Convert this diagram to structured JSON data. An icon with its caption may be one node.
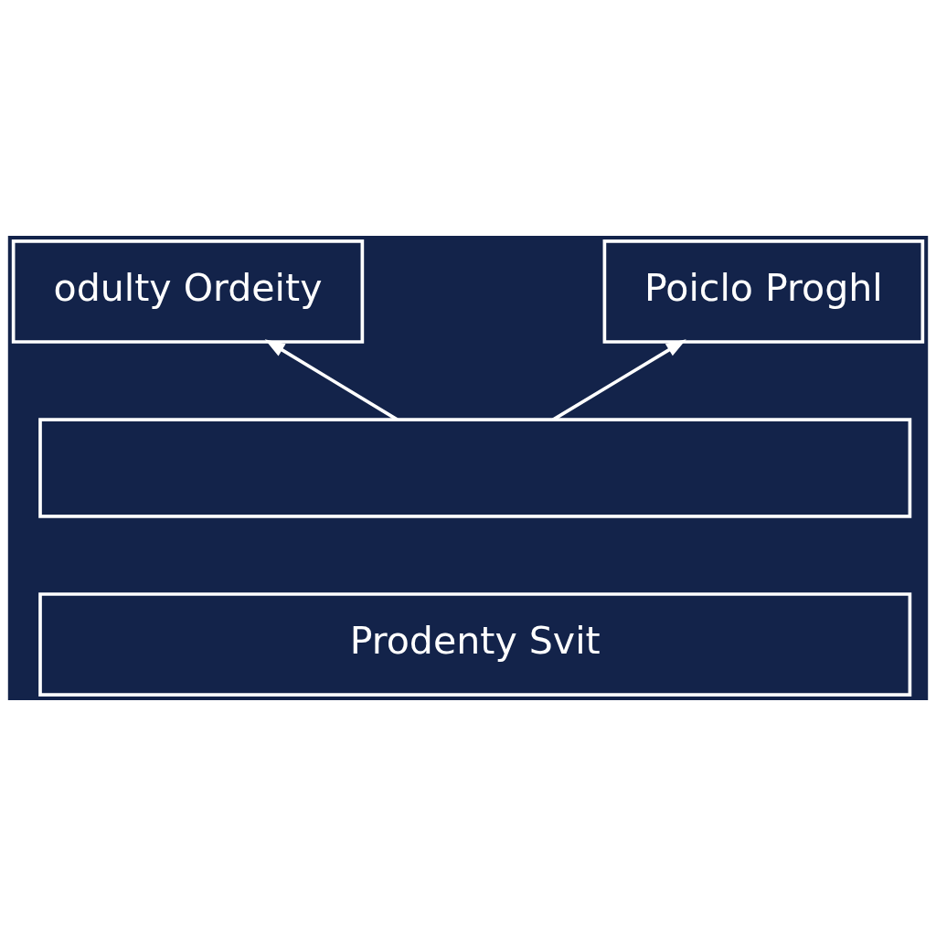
{
  "diagram": {
    "nodes": [
      {
        "text": [
          "odulty Ordeity"
        ]
      },
      {
        "text": [
          "Poiclo Proghl"
        ]
      },
      {
        "text": [],
        "shape": "box"
      },
      {
        "text": [
          "Prodenty Svit"
        ]
      }
    ],
    "edges": [
      {
        "from": 2,
        "to": 0,
        "arrow": "to"
      },
      {
        "from": 2,
        "to": 1,
        "arrow": "to"
      }
    ]
  }
}
